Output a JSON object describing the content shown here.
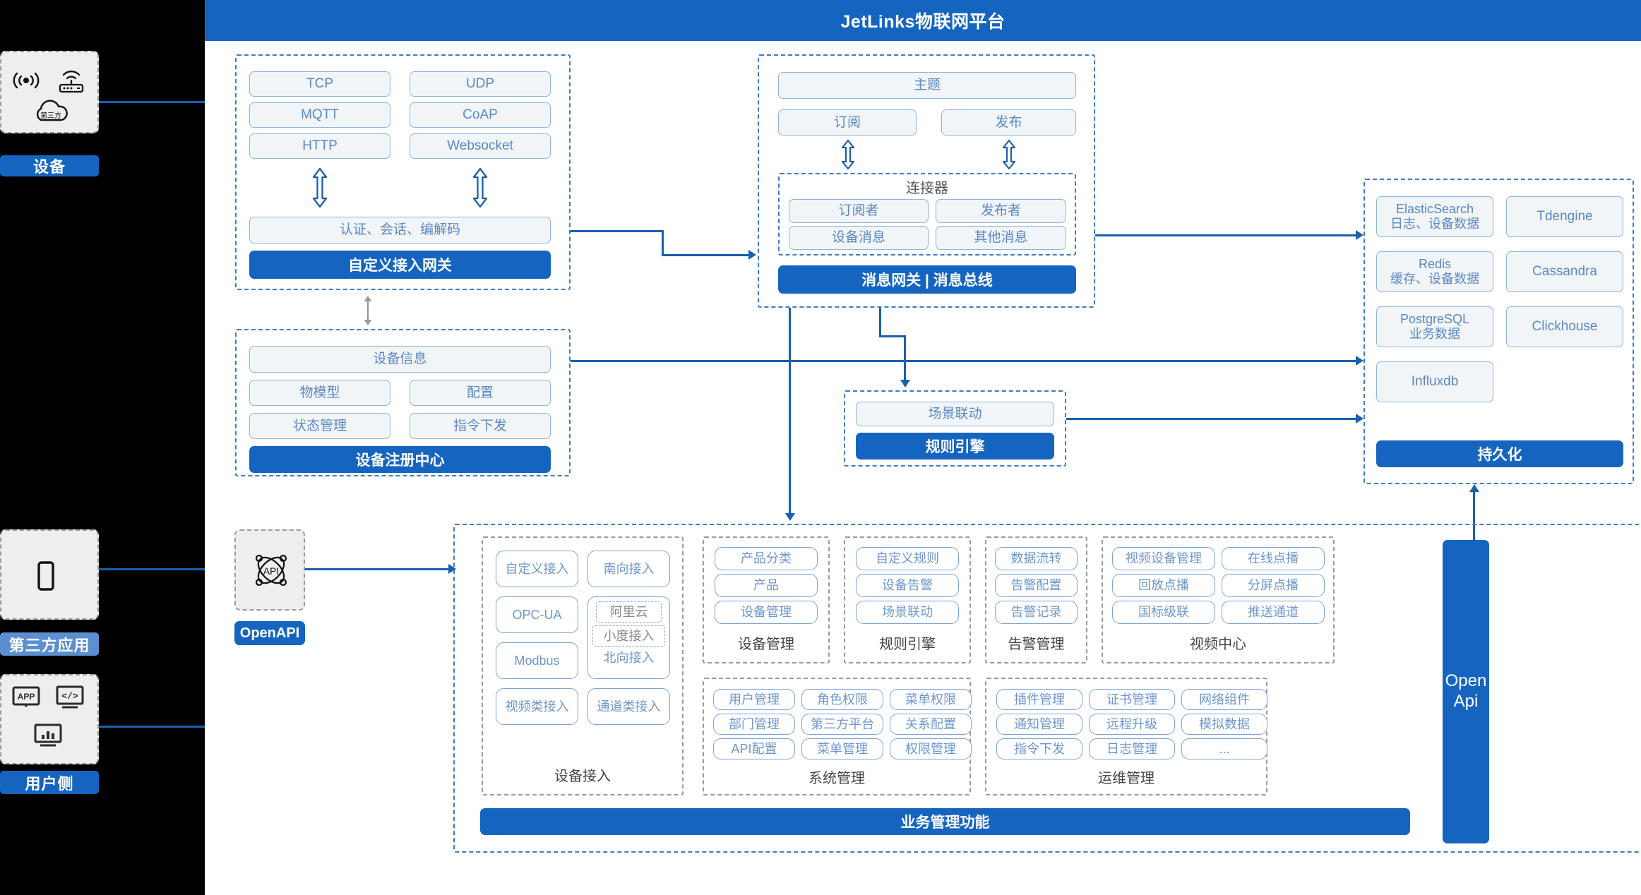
{
  "title": "JetLinks物联网平台",
  "left_rail": {
    "device": {
      "caption": "设备",
      "icons": [
        "wifi-signal-icon",
        "router-icon",
        "third-party-cloud-icon"
      ],
      "cloud_label": "第三方"
    },
    "third_party_app": {
      "caption": "第三方应用",
      "icons": [
        "mobile-phone-icon"
      ]
    },
    "user_side": {
      "caption": "用户侧",
      "icons": [
        "app-icon",
        "code-icon",
        "chart-icon"
      ],
      "app_label": "APP"
    }
  },
  "gateway": {
    "protocols": [
      "TCP",
      "UDP",
      "MQTT",
      "CoAP",
      "HTTP",
      "Websocket"
    ],
    "middle": "认证、会话、编解码",
    "bar": "自定义接入网关"
  },
  "message": {
    "topic": "主题",
    "subscribe": "订阅",
    "publish": "发布",
    "connector_title": "连接器",
    "connector_items": [
      "订阅者",
      "发布者",
      "设备消息",
      "其他消息"
    ],
    "bar": "消息网关 | 消息总线"
  },
  "registry": {
    "info": "设备信息",
    "items": [
      "物模型",
      "配置",
      "状态管理",
      "指令下发"
    ],
    "bar": "设备注册中心"
  },
  "rule_engine": {
    "scene": "场景联动",
    "bar": "规则引擎"
  },
  "persistence": {
    "left_items": [
      {
        "name": "ElasticSearch",
        "sub": "日志、设备数据"
      },
      {
        "name": "Redis",
        "sub": "缓存、设备数据"
      },
      {
        "name": "PostgreSQL",
        "sub": "业务数据"
      },
      {
        "name": "Influxdb",
        "sub": ""
      }
    ],
    "right_items": [
      {
        "name": "Tdengine",
        "sub": ""
      },
      {
        "name": "Cassandra",
        "sub": ""
      },
      {
        "name": "Clickhouse",
        "sub": ""
      }
    ],
    "bar": "持久化"
  },
  "openapi_node": {
    "caption": "OpenAPI",
    "icon": "api-atom-icon",
    "icon_label": "API"
  },
  "openapi_rail": {
    "line1": "Open",
    "line2": "Api"
  },
  "business": {
    "bar": "业务管理功能",
    "device_access": {
      "caption": "设备接入",
      "left": [
        "自定义接入",
        "OPC-UA",
        "Modbus",
        "视频类接入"
      ],
      "right_top": "南向接入",
      "right_dashed": [
        "阿里云",
        "小度接入"
      ],
      "right_north": "北向接入",
      "right_bottom": "通道类接入"
    },
    "device_mgmt": {
      "caption": "设备管理",
      "items": [
        "产品分类",
        "产品",
        "设备管理"
      ]
    },
    "rule_engine": {
      "caption": "规则引擎",
      "items": [
        "自定义规则",
        "设备告警",
        "场景联动"
      ]
    },
    "alarm_mgmt": {
      "caption": "告警管理",
      "items": [
        "数据流转",
        "告警配置",
        "告警记录"
      ]
    },
    "video_center": {
      "caption": "视频中心",
      "left": [
        "视频设备管理",
        "回放点播",
        "国标级联"
      ],
      "right": [
        "在线点播",
        "分屏点播",
        "推送通道"
      ]
    },
    "system_mgmt": {
      "caption": "系统管理",
      "rows": [
        [
          "用户管理",
          "角色权限",
          "菜单权限"
        ],
        [
          "部门管理",
          "第三方平台",
          "关系配置"
        ],
        [
          "API配置",
          "菜单管理",
          "权限管理"
        ]
      ]
    },
    "ops_mgmt": {
      "caption": "运维管理",
      "rows": [
        [
          "插件管理",
          "证书管理",
          "网络组件"
        ],
        [
          "通知管理",
          "远程升级",
          "模拟数据"
        ],
        [
          "指令下发",
          "日志管理",
          "..."
        ]
      ]
    }
  },
  "colors": {
    "brand": "#1565c0",
    "brand_light": "#5b8fd0",
    "chip_bg": "#f1f5f7",
    "chip_border": "#8fb4dd",
    "chip_text": "#5b87c4",
    "connector": "#1b5fae",
    "dashed": "#3d7cc9"
  }
}
